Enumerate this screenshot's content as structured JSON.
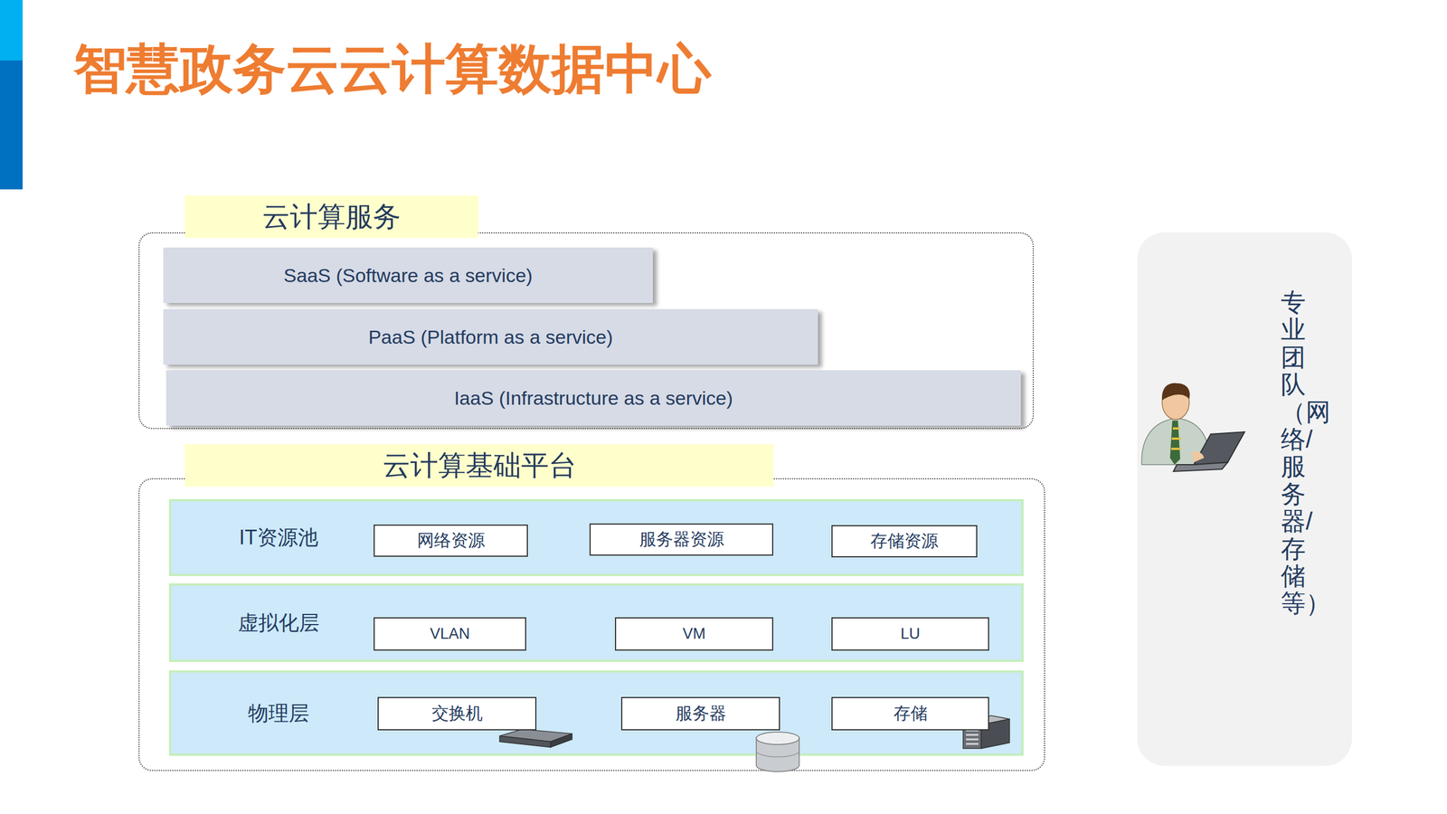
{
  "diagram": {
    "title": "智慧政务云云计算数据中心",
    "nodes": [
      {
        "text": [
          "云计算服务"
        ]
      },
      {
        "text": [
          "SaaS (Software as a service)"
        ],
        "in": 0
      },
      {
        "text": [
          "PaaS (Platform as a service)"
        ],
        "in": 0
      },
      {
        "text": [
          "IaaS (Infrastructure as a service)"
        ],
        "in": 0
      },
      {
        "text": [
          "云计算基础平台"
        ]
      },
      {
        "text": [
          "IT资源池"
        ],
        "in": 4
      },
      {
        "text": [
          "网络资源"
        ],
        "in": 5
      },
      {
        "text": [
          "服务器资源"
        ],
        "in": 5
      },
      {
        "text": [
          "存储资源"
        ],
        "in": 5
      },
      {
        "text": [
          "虚拟化层"
        ],
        "in": 4
      },
      {
        "text": [
          "VLAN"
        ],
        "in": 9
      },
      {
        "text": [
          "VM"
        ],
        "in": 9
      },
      {
        "text": [
          "LU"
        ],
        "in": 9
      },
      {
        "text": [
          "物理层"
        ],
        "in": 4
      },
      {
        "text": [
          "交换机"
        ],
        "in": 13
      },
      {
        "text": [
          "服务器"
        ],
        "in": 13
      },
      {
        "text": [
          "存储"
        ],
        "in": 13
      },
      {
        "text": [
          "专业团队（网络/服务器/存储等）"
        ]
      }
    ]
  }
}
